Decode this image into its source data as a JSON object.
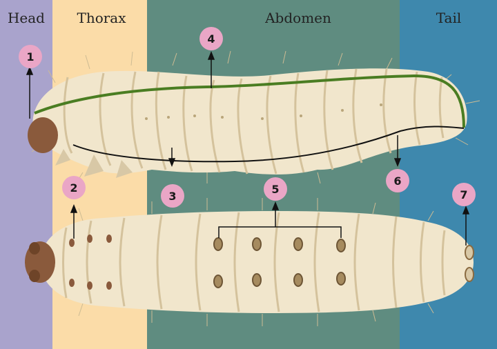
{
  "regions": {
    "head": {
      "label": "Head",
      "color": "#a9a3cc"
    },
    "thorax": {
      "label": "Thorax",
      "color": "#fbdca8"
    },
    "abdomen": {
      "label": "Abdomen",
      "color": "#5f8c80"
    },
    "tail": {
      "label": "Tail",
      "color": "#3e88ad"
    }
  },
  "markers": [
    {
      "number": "1"
    },
    {
      "number": "2"
    },
    {
      "number": "3"
    },
    {
      "number": "4"
    },
    {
      "number": "5"
    },
    {
      "number": "6"
    },
    {
      "number": "7"
    }
  ],
  "colors": {
    "marker_fill": "#eaa6c6",
    "body": "#f1e6cc",
    "body_shadow": "#d8c8a6",
    "head_capsule": "#8a5a3c",
    "dorsal_line": "#4a7d22",
    "ventral_line": "#111111"
  }
}
